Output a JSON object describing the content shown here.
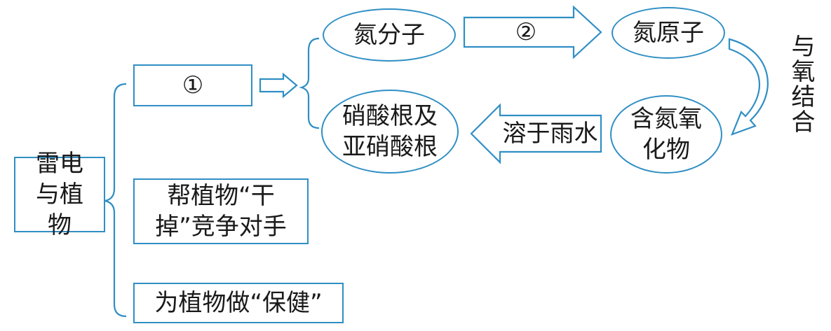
{
  "root": "雷电与植物",
  "branches": {
    "first": "①",
    "second": "帮植物“干掉”竞争对手",
    "third": "为植物做“保健”"
  },
  "cycle": {
    "nitrogen_molecule": "氮分子",
    "step_two": "②",
    "nitrogen_atom": "氮原子",
    "combine_with_oxygen": "与氧结合",
    "nitrogen_oxides": "含氮氧化物",
    "dissolve_in_rain": "溶于雨水",
    "nitrate_nitrite": "硝酸根及亚硝酸根"
  },
  "colors": {
    "stroke": "#2f8fc4",
    "text": "#1a1a1a",
    "background": "#ffffff"
  }
}
